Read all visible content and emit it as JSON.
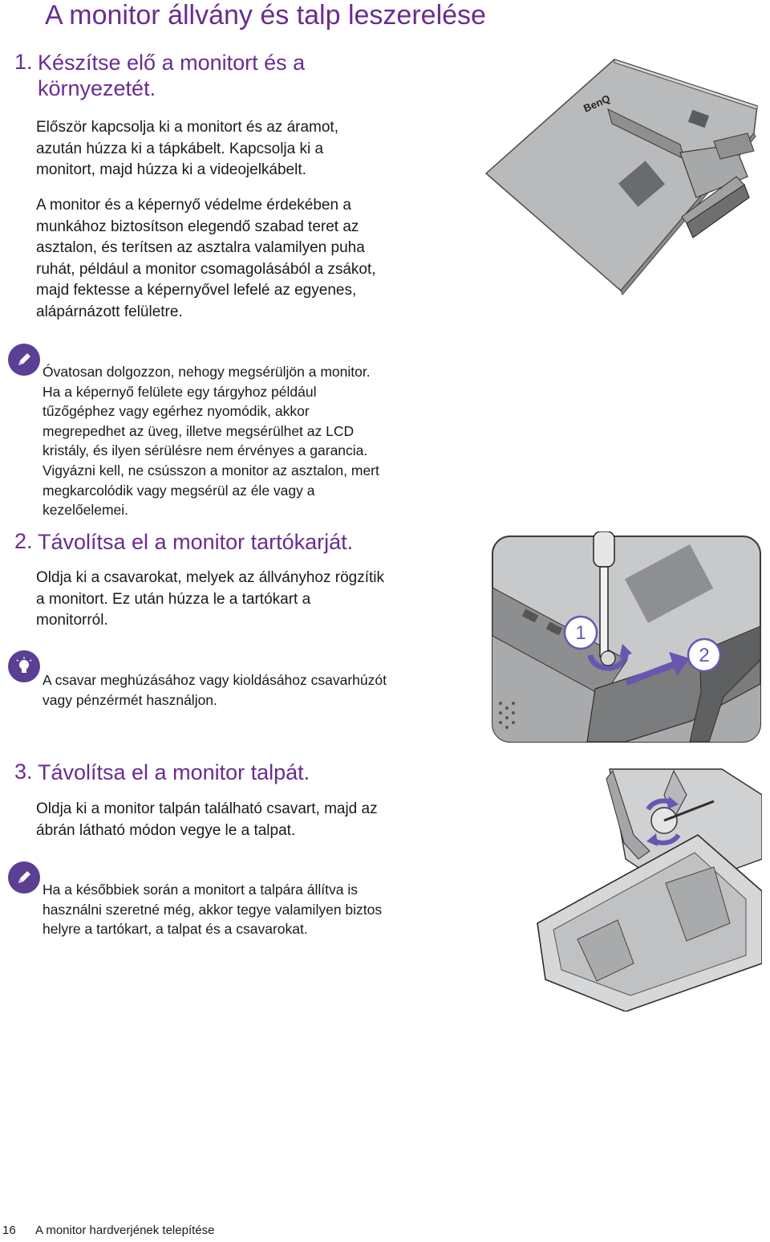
{
  "page": {
    "title": "A monitor állvány és talp leszerelése"
  },
  "steps": [
    {
      "number": "1.",
      "title_line1": "Készítse elő a monitort és a",
      "title_line2": "környezetét.",
      "para1": [
        "Először kapcsolja ki a monitort és az áramot,",
        "azután húzza ki a tápkábelt. Kapcsolja ki a",
        "monitort, majd húzza ki a videojelkábelt."
      ],
      "para2": [
        "A monitor és a képernyő védelme érdekében a",
        "munkához biztosítson elegendő szabad teret az",
        "asztalon, és terítsen az asztalra valamilyen puha",
        "ruhát, például a monitor csomagolásából a zsákot,",
        "majd fektesse a képernyővel lefelé az egyenes,",
        "alápárnázott felületre."
      ],
      "note": [
        "Óvatosan dolgozzon, nehogy megsérüljön a monitor.",
        "Ha a képernyő felülete egy tárgyhoz például",
        "tűzőgéphez vagy egérhez nyomódik, akkor",
        "megrepedhet az üveg, illetve megsérülhet az LCD",
        "kristály, és ilyen sérülésre nem érvényes a garancia.",
        "Vigyázni kell, ne csússzon a monitor az asztalon, mert",
        "megkarcolódik vagy megsérül az éle vagy a",
        "kezelőelemei."
      ],
      "illustration_brand": "BenQ"
    },
    {
      "number": "2.",
      "title": "Távolítsa el a monitor tartókarját.",
      "para": [
        "Oldja ki a csavarokat, melyek az állványhoz rögzítik",
        "a monitort. Ez után húzza le a tartókart a",
        "monitorról."
      ],
      "tip": [
        "A csavar meghúzásához vagy kioldásához csavarhúzót",
        "vagy pénzérmét használjon."
      ],
      "callout_1": "1",
      "callout_2": "2"
    },
    {
      "number": "3.",
      "title": "Távolítsa el a monitor talpát.",
      "para": [
        "Oldja ki a monitor talpán található csavart, majd az",
        "ábrán látható módon vegye le a talpat."
      ],
      "note": [
        "Ha a későbbiek során a monitort a talpára állítva is",
        "használni szeretné még, akkor tegye valamilyen biztos",
        "helyre a tartókart, a talpat és a csavarokat."
      ]
    }
  ],
  "footer": {
    "page_number": "16",
    "section": "A monitor hardverjének telepítése"
  },
  "colors": {
    "heading": "#6a2c91",
    "icon": "#5b3f93",
    "arrow": "#6a56b0"
  },
  "icons": [
    "pencil-icon",
    "lightbulb-icon",
    "screwdriver-icon",
    "rotate-arrow-icon",
    "slide-arrow-icon"
  ]
}
